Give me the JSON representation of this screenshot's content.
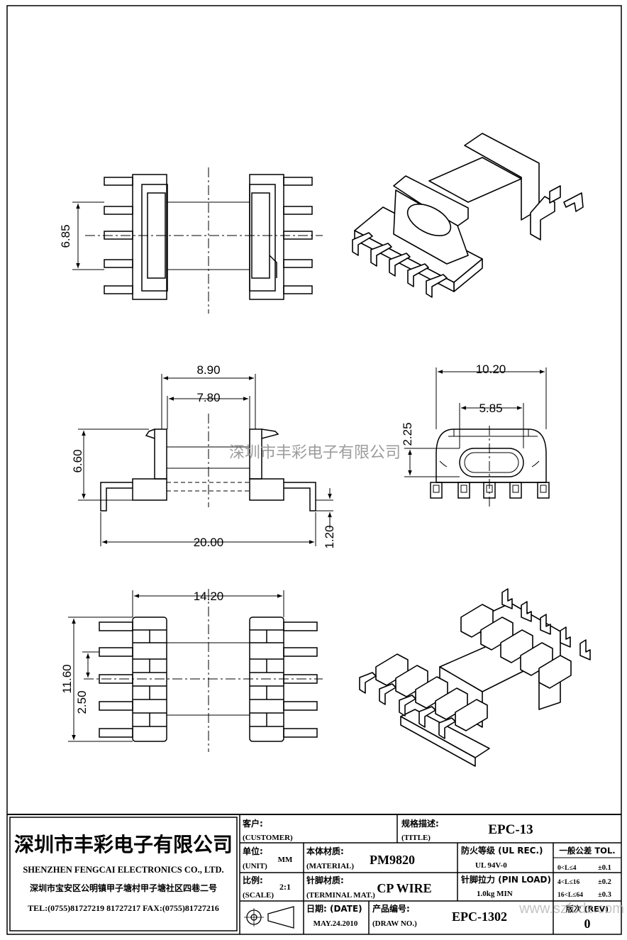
{
  "watermark": "深圳市丰彩电子有限公司",
  "views": {
    "top": {
      "dim_height": "6.85"
    },
    "front": {
      "dim_inner_outer": "8.90",
      "dim_inner": "7.80",
      "dim_height": "6.60",
      "dim_width": "20.00",
      "dim_pin": "1.20"
    },
    "side": {
      "dim_width": "10.20",
      "dim_slot": "5.85",
      "dim_slot_height": "2.25"
    },
    "bottom": {
      "dim_width": "14.20",
      "dim_height": "11.60",
      "dim_pitch": "2.50"
    }
  },
  "title_block": {
    "company_cn": "深圳市丰彩电子有限公司",
    "company_en": "SHENZHEN FENGCAI ELECTRONICS CO., LTD.",
    "address": "深圳市宝安区公明镇甲子塘村甲子塘社区四巷二号",
    "contact": "TEL:(0755)81727219  81727217   FAX:(0755)81727216",
    "customer_label": "客户:",
    "customer_label_en": "(CUSTOMER)",
    "title_label": "规格描述:",
    "title_label_en": "(TITLE)",
    "title_value": "EPC-13",
    "unit_label": "单位:",
    "unit_label_en": "(UNIT)",
    "unit_value": "MM",
    "material_label": "本体材质:",
    "material_label_en": "(MATERIAL)",
    "material_value": "PM9820",
    "ul_label": "防火等级 (UL REC.)",
    "ul_value": "UL 94V-0",
    "tol_label": "一般公差 TOL.",
    "tolerances": [
      {
        "range": "0<L≤4",
        "value": "±0.1"
      },
      {
        "range": "4<L≤16",
        "value": "±0.2"
      },
      {
        "range": "16<L≤64",
        "value": "±0.3"
      }
    ],
    "scale_label": "比例:",
    "scale_label_en": "(SCALE)",
    "scale_value": "2:1",
    "terminal_label": "针脚材质:",
    "terminal_label_en": "(TERMINAL MAT.)",
    "terminal_value": "CP WIRE",
    "pin_load_label": "针脚拉力 (PIN LOAD)",
    "pin_load_value": "1.0kg MIN",
    "date_label": "日期: (DATE)",
    "date_value": "MAY.24.2010",
    "drawno_label": "产品编号:",
    "drawno_label_en": "(DRAW NO.)",
    "drawno_value": "EPC-1302",
    "rev_label": "版次 (REV)",
    "rev_value": "0",
    "website": "www.szfcdz.com"
  }
}
